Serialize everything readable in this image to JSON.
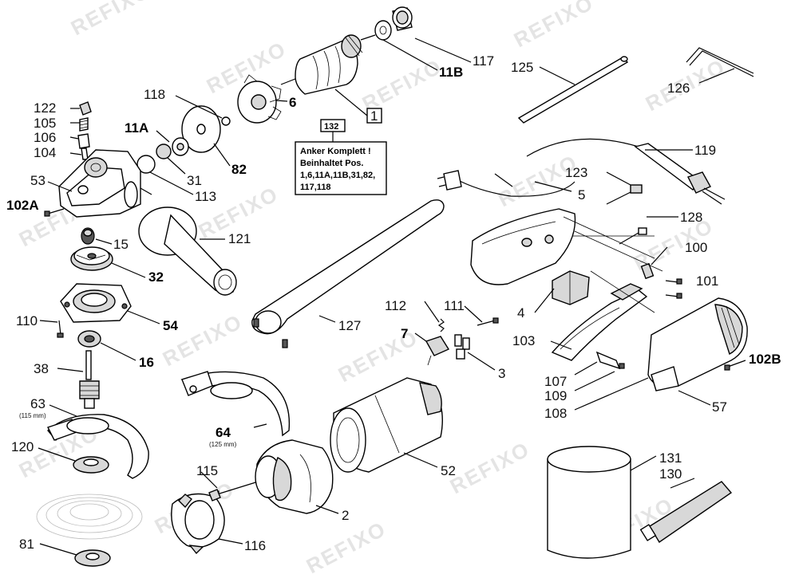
{
  "watermark": "REFIXO",
  "labels": {
    "p1": "1",
    "p2": "2",
    "p3": "3",
    "p4": "4",
    "p5": "5",
    "p6": "6",
    "p7": "7",
    "p11A": "11A",
    "p11B": "11B",
    "p15": "15",
    "p16": "16",
    "p31": "31",
    "p32": "32",
    "p38": "38",
    "p52": "52",
    "p53": "53",
    "p54": "54",
    "p57": "57",
    "p63": "63",
    "p63note": "(115 mm)",
    "p64": "64",
    "p64note": "(125 mm)",
    "p81": "81",
    "p82": "82",
    "p100": "100",
    "p101": "101",
    "p102A": "102A",
    "p102B": "102B",
    "p103": "103",
    "p104": "104",
    "p105": "105",
    "p106": "106",
    "p107": "107",
    "p108": "108",
    "p109": "109",
    "p110": "110",
    "p111": "111",
    "p112": "112",
    "p113": "113",
    "p115": "115",
    "p116": "116",
    "p117": "117",
    "p118": "118",
    "p119": "119",
    "p120": "120",
    "p121": "121",
    "p122": "122",
    "p123": "123",
    "p125": "125",
    "p126": "126",
    "p127": "127",
    "p128": "128",
    "p130": "130",
    "p131": "131",
    "p132": "132"
  },
  "note_box": {
    "line1": "Anker Komplett !",
    "line2": "Beinhaltet Pos.",
    "line3": "1,6,11A,11B,31,82,",
    "line4": "117,118"
  }
}
